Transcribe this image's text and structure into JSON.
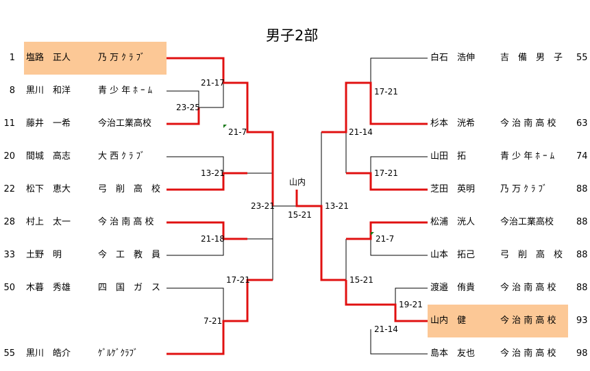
{
  "title": "男子2部",
  "colors": {
    "winner_line": "#e01010",
    "loser_line": "#000000",
    "highlight": "#fcc896"
  },
  "left_players": [
    {
      "seed": "1",
      "name": "塩路　正人",
      "team": "乃 万 ｸ ﾗ ﾌﾞ",
      "highlighted": true
    },
    {
      "seed": "8",
      "name": "黒川　和洋",
      "team": "青 少 年 ﾎ ｰ ﾑ",
      "highlighted": false
    },
    {
      "seed": "11",
      "name": "藤井　一希",
      "team": "今治工業高校",
      "highlighted": false
    },
    {
      "seed": "20",
      "name": "間城　高志",
      "team": "大 西 ｸ ﾗ ﾌﾞ",
      "highlighted": false
    },
    {
      "seed": "22",
      "name": "松下　恵大",
      "team": "弓　削　高　校",
      "highlighted": false
    },
    {
      "seed": "28",
      "name": "村上　太一",
      "team": "今 治 南 高 校",
      "highlighted": false
    },
    {
      "seed": "33",
      "name": "土野　明",
      "team": "今　工　教　員",
      "highlighted": false
    },
    {
      "seed": "50",
      "name": "木暮　秀雄",
      "team": "四　国　ガ　ス",
      "highlighted": false
    },
    {
      "seed": "55",
      "name": "黒川　皓介",
      "team": "ｹﾞﾙｹﾞｸﾗﾌﾞ",
      "highlighted": false
    }
  ],
  "right_players": [
    {
      "name": "白石　浩伸",
      "team": "吉　備　男　子",
      "seed": "55",
      "highlighted": false
    },
    {
      "name": "杉本　洸希",
      "team": "今 治 南 高 校",
      "seed": "63",
      "highlighted": false
    },
    {
      "name": "山田　拓",
      "team": "青 少 年 ﾎ ｰ ﾑ",
      "seed": "74",
      "highlighted": false
    },
    {
      "name": "芝田　英明",
      "team": "乃 万 ｸ ﾗ ﾌﾞ",
      "seed": "88",
      "highlighted": false
    },
    {
      "name": "松浦　洸人",
      "team": "今治工業高校",
      "seed": "88",
      "highlighted": false
    },
    {
      "name": "山本　拓己",
      "team": "弓　削　高　校",
      "seed": "88",
      "highlighted": false
    },
    {
      "name": "渡邉　侑貴",
      "team": "今 治 南 高 校",
      "seed": "88",
      "highlighted": false
    },
    {
      "name": "山内　健",
      "team": "今 治 南 高 校",
      "seed": "93",
      "highlighted": true
    },
    {
      "name": "島本　友也",
      "team": "今 治 南 高 校",
      "seed": "98",
      "highlighted": false
    }
  ],
  "scores": {
    "l_r1_8v11": "23-25",
    "l_r2_1v11": "21-17",
    "l_r2_20v22": "13-21",
    "l_r3_top": "21-7",
    "l_r2_28v33": "21-18",
    "l_r2_50v55": "7-21",
    "l_r3_bottom": "17-21",
    "l_semi": "23-21",
    "final": "15-21",
    "r_semi": "13-21",
    "r_r2_55v63": "17-21",
    "r_r2_74v88": "17-21",
    "r_r3_top": "21-14",
    "r_r2_88v88": "21-7",
    "r_r1_88v93": "19-21",
    "r_r2_93v98": "21-14",
    "r_r3_bottom": "15-21"
  },
  "champion": "山内"
}
